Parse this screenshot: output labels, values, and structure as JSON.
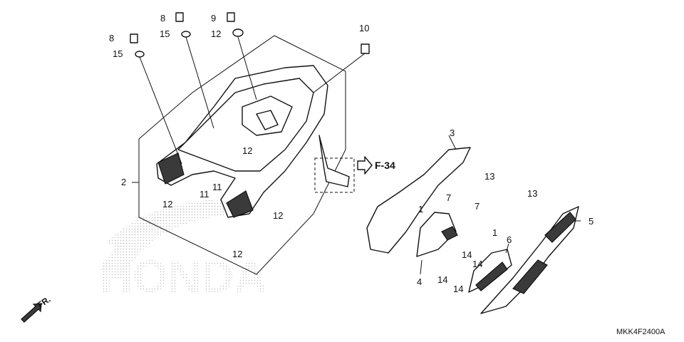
{
  "diagram": {
    "code": "MKK4F2400A",
    "reference": "F-34",
    "front_label": "FR.",
    "watermark": "HONDA",
    "callouts": {
      "c8a": "8",
      "c8b": "8",
      "c9": "9",
      "c10": "10",
      "c15a": "15",
      "c15b": "15",
      "c12top": "12",
      "c2": "2",
      "c12a": "12",
      "c11a": "11",
      "c11b": "11",
      "c12b": "12",
      "c12c": "12",
      "c12d": "12",
      "c3": "3",
      "c13a": "13",
      "c7a": "7",
      "c1a": "1",
      "c4": "4",
      "c14a": "14",
      "c14b": "14",
      "c14c": "14",
      "c14d": "14",
      "c6": "6",
      "c7b": "7",
      "c1b": "1",
      "c13b": "13",
      "c5": "5"
    }
  },
  "colors": {
    "ink": "#111111",
    "watermark_dots": "#c8c8c8"
  }
}
